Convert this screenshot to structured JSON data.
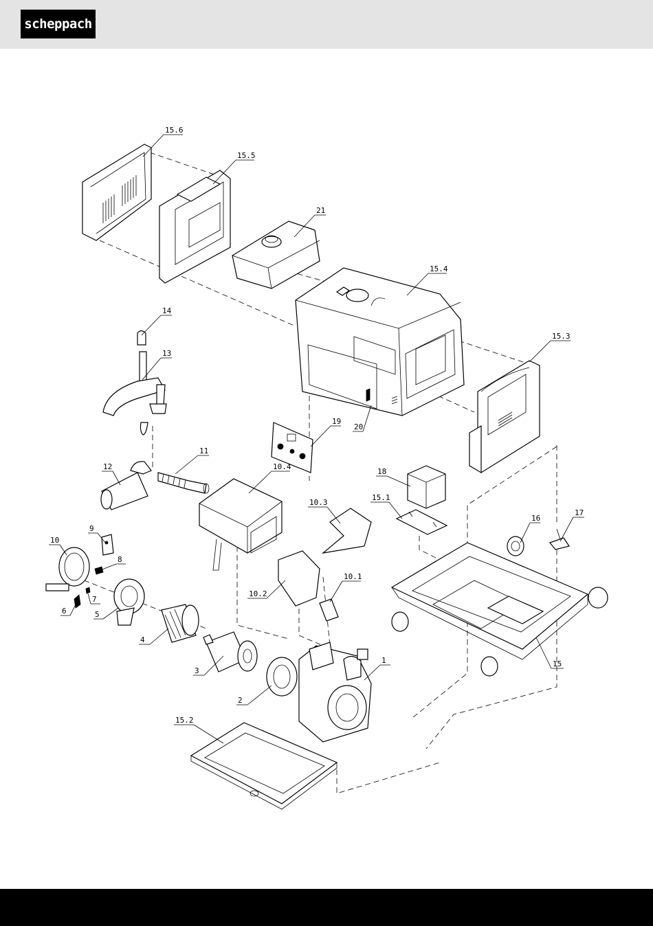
{
  "header": {
    "brand": "scheppach"
  },
  "colors": {
    "header_background": "#e4e4e4",
    "footer_background": "#000000",
    "logo_background": "#000000",
    "logo_text": "#ffffff"
  },
  "parts": [
    {
      "id": "p-15-6",
      "label": "15.6"
    },
    {
      "id": "p-15-5",
      "label": "15.5"
    },
    {
      "id": "p-21",
      "label": "21"
    },
    {
      "id": "p-15-4",
      "label": "15.4"
    },
    {
      "id": "p-14",
      "label": "14"
    },
    {
      "id": "p-13",
      "label": "13"
    },
    {
      "id": "p-15-3",
      "label": "15.3"
    },
    {
      "id": "p-19",
      "label": "19"
    },
    {
      "id": "p-20",
      "label": "20"
    },
    {
      "id": "p-11",
      "label": "11"
    },
    {
      "id": "p-12",
      "label": "12"
    },
    {
      "id": "p-10-4",
      "label": "10.4"
    },
    {
      "id": "p-18",
      "label": "18"
    },
    {
      "id": "p-10-3",
      "label": "10.3"
    },
    {
      "id": "p-15-1",
      "label": "15.1"
    },
    {
      "id": "p-9",
      "label": "9"
    },
    {
      "id": "p-16",
      "label": "16"
    },
    {
      "id": "p-17",
      "label": "17"
    },
    {
      "id": "p-10",
      "label": "10"
    },
    {
      "id": "p-8",
      "label": "8"
    },
    {
      "id": "p-10-1",
      "label": "10.1"
    },
    {
      "id": "p-10-2",
      "label": "10.2"
    },
    {
      "id": "p-7",
      "label": "7"
    },
    {
      "id": "p-6",
      "label": "6"
    },
    {
      "id": "p-5",
      "label": "5"
    },
    {
      "id": "p-4",
      "label": "4"
    },
    {
      "id": "p-15",
      "label": "15"
    },
    {
      "id": "p-1",
      "label": "1"
    },
    {
      "id": "p-3",
      "label": "3"
    },
    {
      "id": "p-2",
      "label": "2"
    },
    {
      "id": "p-15-2",
      "label": "15.2"
    }
  ]
}
